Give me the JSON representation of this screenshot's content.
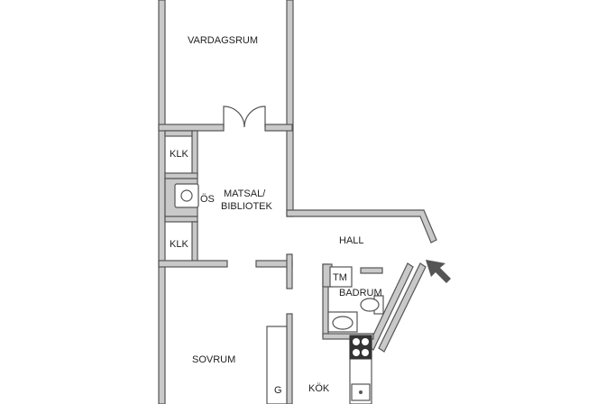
{
  "rooms": {
    "vardagsrum": "VARDAGSRUM",
    "klk_upper": "KLK",
    "os": "ÖS",
    "matsal_line1": "MATSAL/",
    "matsal_line2": "BIBLIOTEK",
    "klk_lower": "KLK",
    "hall": "HALL",
    "tm": "TM",
    "badrum": "BADRUM",
    "sovrum": "SOVRUM",
    "g": "G",
    "kok": "KÖK"
  },
  "colors": {
    "wall": "#c9c9c9",
    "outline": "#555555",
    "arrow": "#555555"
  },
  "icons": [
    "entrance-arrow-icon",
    "stove-icon",
    "sink-icon",
    "toilet-icon",
    "washbasin-icon"
  ]
}
